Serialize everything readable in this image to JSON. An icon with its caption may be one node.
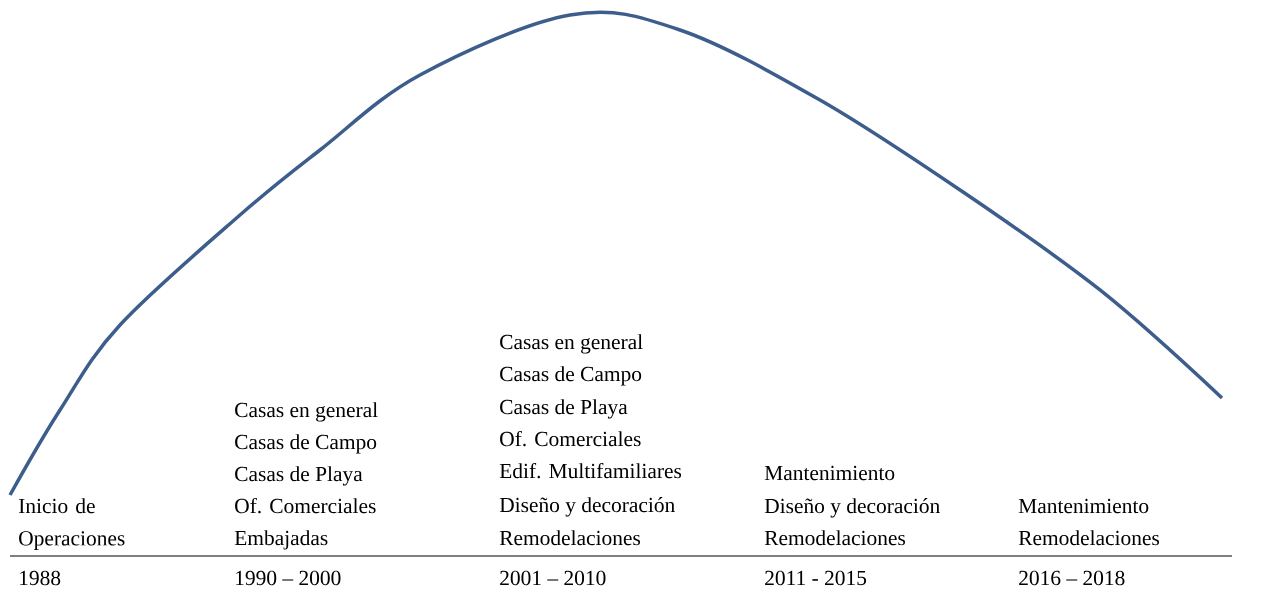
{
  "diagram": {
    "labels": [
      "Inicio de Operaciones",
      "Casas en general",
      "Casas de Campo",
      "Casas de Playa",
      "Of. Comerciales",
      "Embajadas",
      "Casas en general",
      "Casas de Campo",
      "Casas de Playa",
      "Of. Comerciales",
      "Edif. Multifamiliares",
      "Diseño y decoración",
      "Remodelaciones",
      "Mantenimiento",
      "Diseño y decoración",
      "Remodelaciones",
      "Mantenimiento",
      "Remodelaciones",
      "1988",
      "1990 – 2000",
      "2001 – 2010",
      "2011 - 2015",
      "2016 – 2018"
    ]
  }
}
